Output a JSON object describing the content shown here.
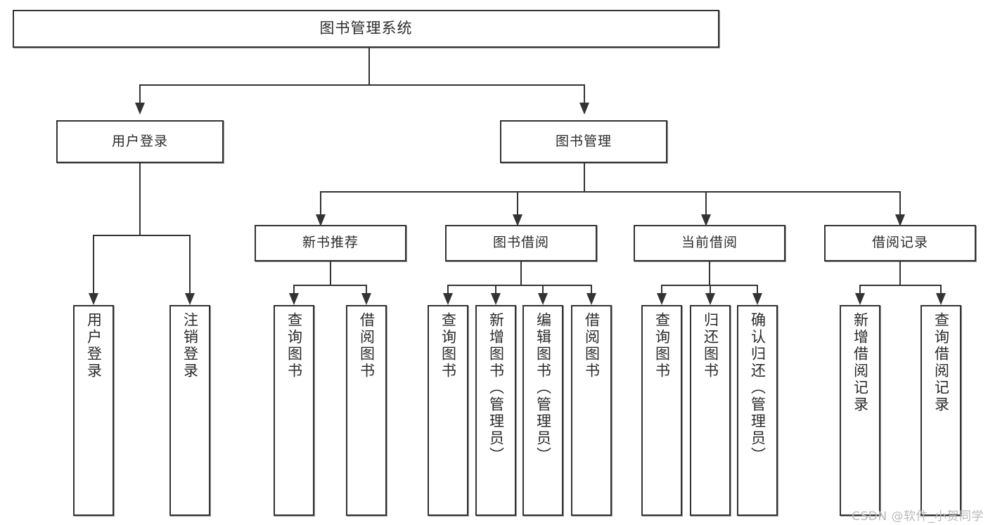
{
  "diagram": {
    "type": "tree",
    "title": "图书管理系统",
    "orientation": "top-down",
    "colors": {
      "line": "#333333",
      "box_border": "#333333",
      "box_fill": "#ffffff",
      "text": "#2b2b2b",
      "watermark": "#b9b9b9",
      "background": "#ffffff"
    }
  },
  "root": {
    "label": "图书管理系统"
  },
  "level2": [
    {
      "label": "用户登录"
    },
    {
      "label": "图书管理"
    }
  ],
  "level3": [
    {
      "label": "新书推荐"
    },
    {
      "label": "图书借阅"
    },
    {
      "label": "当前借阅"
    },
    {
      "label": "借阅记录"
    }
  ],
  "leaves": {
    "user_login": [
      {
        "label": "用户登录"
      },
      {
        "label": "注销登录"
      }
    ],
    "new_book_recommend": [
      {
        "label": "查询图书"
      },
      {
        "label": "借阅图书"
      }
    ],
    "book_borrow": [
      {
        "label": "查询图书"
      },
      {
        "label": "新增图书（管理员）"
      },
      {
        "label": "编辑图书（管理员）"
      },
      {
        "label": "借阅图书"
      }
    ],
    "current_borrow": [
      {
        "label": "查询图书"
      },
      {
        "label": "归还图书"
      },
      {
        "label": "确认归还（管理员）"
      }
    ],
    "borrow_record": [
      {
        "label": "新增借阅记录"
      },
      {
        "label": "查询借阅记录"
      }
    ]
  },
  "watermark": {
    "text": "CSDN @软件_小贺同学"
  },
  "chart_data": {
    "type": "table",
    "title": "图书管理系统 功能结构图",
    "nodes": [
      {
        "id": "root",
        "label": "图书管理系统",
        "level": 1,
        "parent": null
      },
      {
        "id": "user-login",
        "label": "用户登录",
        "level": 2,
        "parent": "root"
      },
      {
        "id": "book-manage",
        "label": "图书管理",
        "level": 2,
        "parent": "root"
      },
      {
        "id": "new-book",
        "label": "新书推荐",
        "level": 3,
        "parent": "book-manage"
      },
      {
        "id": "book-borrow",
        "label": "图书借阅",
        "level": 3,
        "parent": "book-manage"
      },
      {
        "id": "current-borrow",
        "label": "当前借阅",
        "level": 3,
        "parent": "book-manage"
      },
      {
        "id": "borrow-record",
        "label": "借阅记录",
        "level": 3,
        "parent": "book-manage"
      },
      {
        "id": "l-user-login",
        "label": "用户登录",
        "level": 3,
        "parent": "user-login"
      },
      {
        "id": "l-logout",
        "label": "注销登录",
        "level": 3,
        "parent": "user-login"
      },
      {
        "id": "l-nb-query",
        "label": "查询图书",
        "level": 4,
        "parent": "new-book"
      },
      {
        "id": "l-nb-borrow",
        "label": "借阅图书",
        "level": 4,
        "parent": "new-book"
      },
      {
        "id": "l-bb-query",
        "label": "查询图书",
        "level": 4,
        "parent": "book-borrow"
      },
      {
        "id": "l-bb-add",
        "label": "新增图书（管理员）",
        "level": 4,
        "parent": "book-borrow"
      },
      {
        "id": "l-bb-edit",
        "label": "编辑图书（管理员）",
        "level": 4,
        "parent": "book-borrow"
      },
      {
        "id": "l-bb-borrow",
        "label": "借阅图书",
        "level": 4,
        "parent": "book-borrow"
      },
      {
        "id": "l-cb-query",
        "label": "查询图书",
        "level": 4,
        "parent": "current-borrow"
      },
      {
        "id": "l-cb-return",
        "label": "归还图书",
        "level": 4,
        "parent": "current-borrow"
      },
      {
        "id": "l-cb-confirm",
        "label": "确认归还（管理员）",
        "level": 4,
        "parent": "current-borrow"
      },
      {
        "id": "l-br-add",
        "label": "新增借阅记录",
        "level": 4,
        "parent": "borrow-record"
      },
      {
        "id": "l-br-query",
        "label": "查询借阅记录",
        "level": 4,
        "parent": "borrow-record"
      }
    ]
  }
}
